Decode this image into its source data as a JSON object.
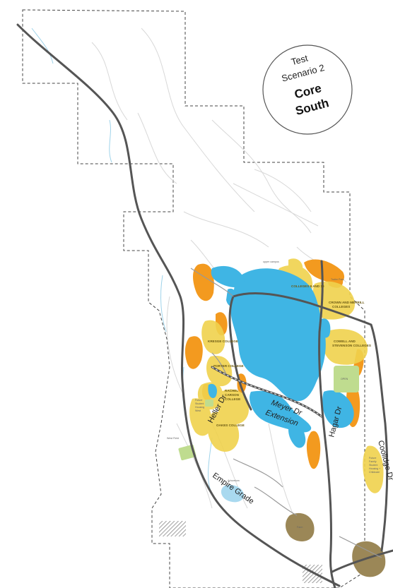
{
  "badge": {
    "line1": "Test",
    "line2": "Scenario 2",
    "line3": "Core",
    "line4": "South"
  },
  "roads": {
    "heller": "Heller Dr",
    "meyer1": "Meyer Dr",
    "meyer2": "Extension",
    "coolidge": "Coolidge Dr",
    "hagar": "Hagar Dr",
    "empire": "Empire Grade"
  },
  "colleges": {
    "c9_10": "COLLEGES 9 AND 10",
    "crown": "CROWN AND MERRILL",
    "crown2": "COLLEGES",
    "cowell": "COWELL AND",
    "stevenson": "STEVENSON COLLEGES",
    "kresge": "KRESGE COLLEGE",
    "porter": "PORTER COLLEGE",
    "rachel1": "RACHEL",
    "rachel2": "CARSON",
    "rachel3": "COLLEGE",
    "oakes": "OAKES COLLEGE"
  },
  "areas": {
    "future1": "Future",
    "future2": "Student",
    "future3": "Housing",
    "future4": "West",
    "futureFam1": "Future",
    "futureFam2": "Family",
    "futureFam3": "Student",
    "futureFam4": "Housing +",
    "futureFam5": "Childcare",
    "upper_campus": "upper campus",
    "trailer": "Trailer Park",
    "open": "OPEN",
    "arboretum": "Arboretum",
    "farm": "Farm",
    "west_field": "West Field"
  },
  "colors": {
    "core": "#3fb5e4",
    "orange": "#f39a1f",
    "yellow": "#f0d24d",
    "road": "#555555",
    "boundary": "#444444",
    "brown": "#9b8757",
    "green": "#bfdc8f"
  }
}
